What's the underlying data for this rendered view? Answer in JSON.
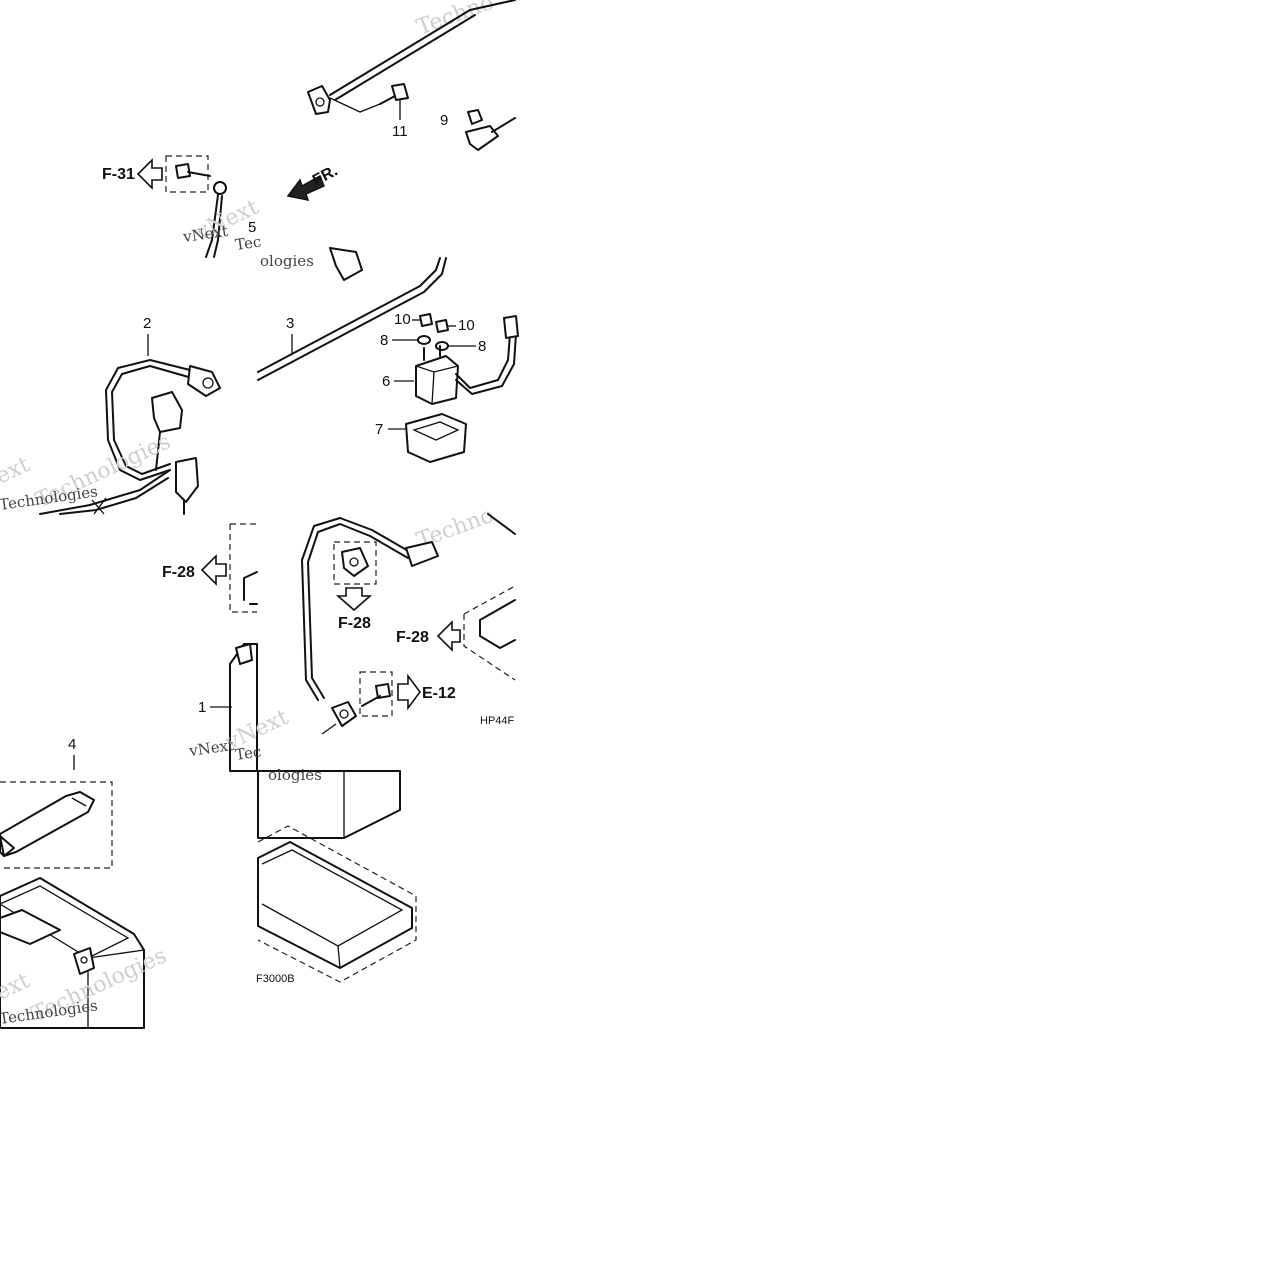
{
  "callouts": {
    "c1": "1",
    "c2": "2",
    "c3": "3",
    "c4": "4",
    "c5": "5",
    "c6": "6",
    "c7": "7",
    "c8a": "8",
    "c8b": "8",
    "c9": "9",
    "c10a": "10",
    "c10b": "10",
    "c11": "11"
  },
  "references": {
    "f31": "F-31",
    "f28_left": "F-28",
    "f28_down": "F-28",
    "f28_right": "F-28",
    "e12": "E-12",
    "front": "FR."
  },
  "codes": {
    "tile_a": "HP44F",
    "tile_b": "F3000B"
  },
  "watermark": {
    "vnext": "vNext",
    "tec": "Tec",
    "techno": "Techno",
    "technologies": "Technologies",
    "ologies": "ologies",
    "ext": "ext"
  }
}
